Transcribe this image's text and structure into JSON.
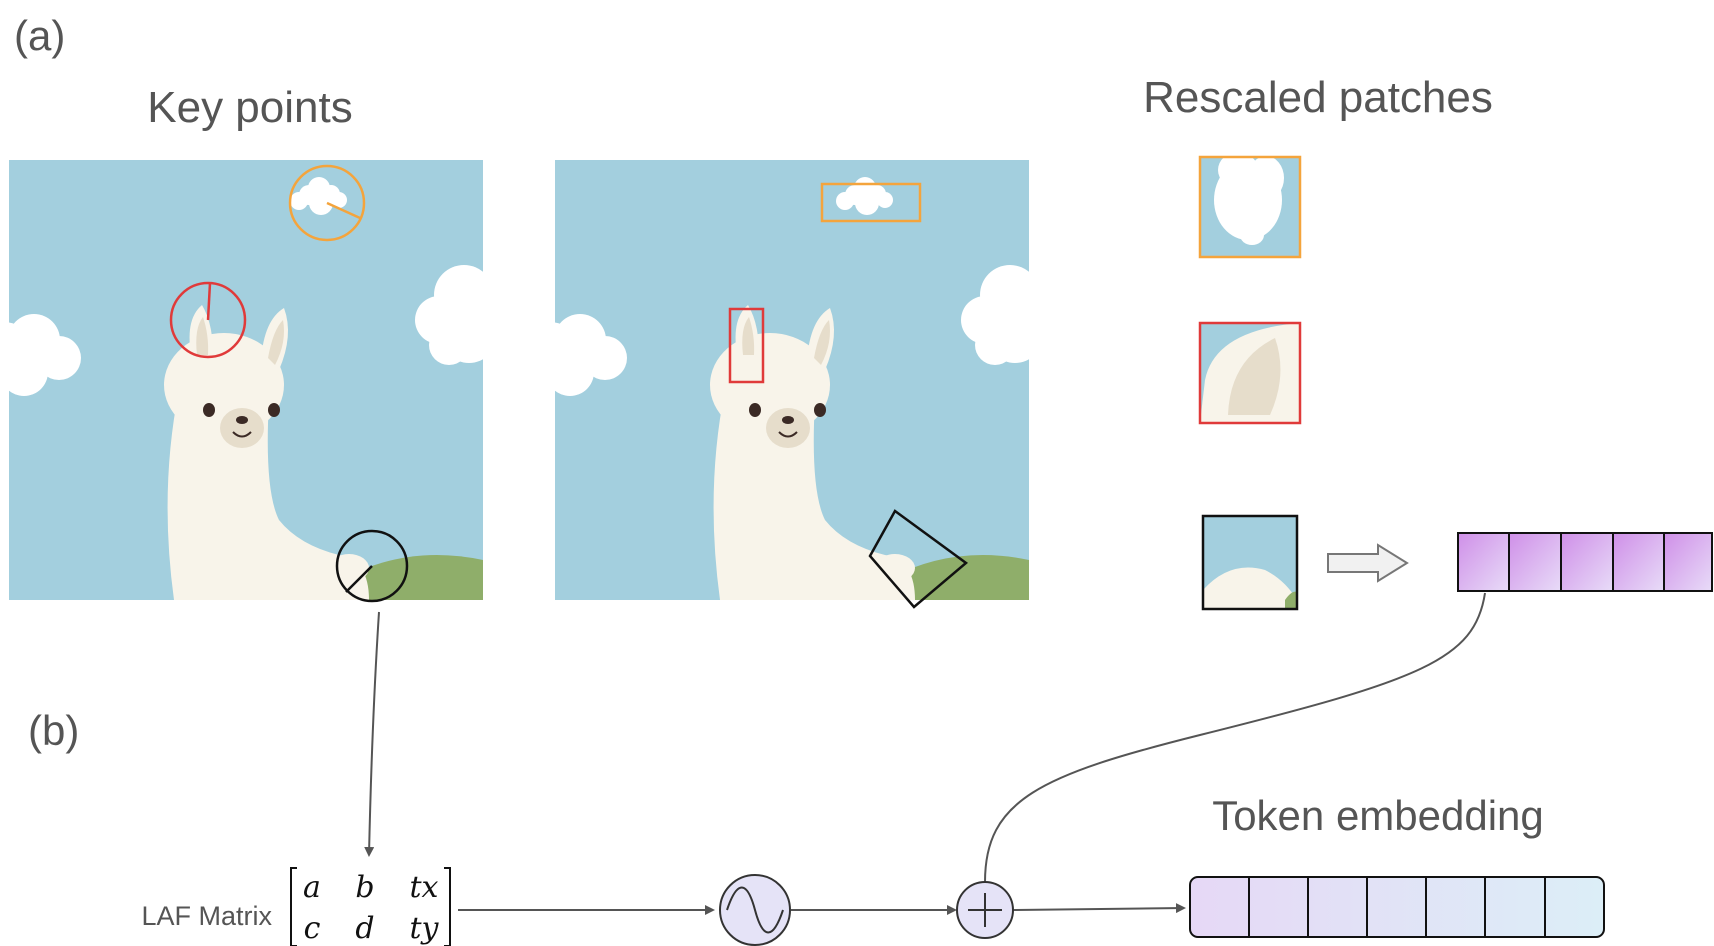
{
  "panel_labels": {
    "a": "(a)",
    "b": "(b)"
  },
  "headings": {
    "key_points": "Key points",
    "rescaled_patches": "Rescaled patches",
    "token_embedding": "Token embedding"
  },
  "laf": {
    "label": "LAF Matrix",
    "row1": [
      "a",
      "b",
      "tx"
    ],
    "row2": [
      "c",
      "d",
      "ty"
    ]
  },
  "colors": {
    "sky": "#a3cfde",
    "cloud": "#ffffff",
    "llama": "#f8f4ea",
    "ear_inner": "#e6ddcb",
    "grass": "#8fae6a",
    "orange": "#f4a43c",
    "red": "#e03a3a",
    "black": "#111111",
    "arrow": "#555555",
    "node_fill": "#e5e3f7"
  },
  "icons": {
    "sine_node": "sine-wave-icon",
    "add_node": "plus-icon",
    "arrow": "right-arrow-icon"
  }
}
